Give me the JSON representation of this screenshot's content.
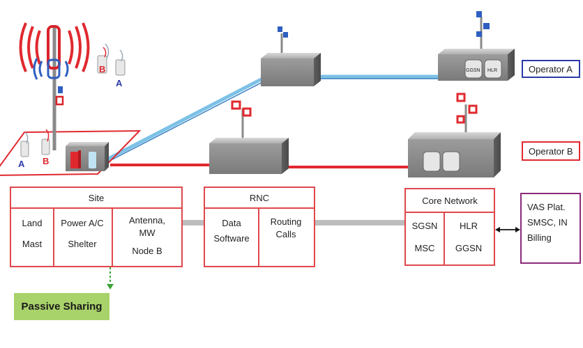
{
  "operators": {
    "a": "Operator A",
    "b": "Operator B"
  },
  "tower_labels": {
    "a": "A",
    "b": "B"
  },
  "core_server_labels": {
    "ggsn": "GGSN",
    "hlr": "HLR"
  },
  "site": {
    "title": "Site",
    "col1": [
      "Land",
      "Mast"
    ],
    "col2": [
      "Power A/C",
      "Shelter"
    ],
    "col3": [
      "Antenna,",
      "MW",
      "Node B"
    ]
  },
  "rnc": {
    "title": "RNC",
    "col1": [
      "Data",
      "Software"
    ],
    "col2": [
      "Routing",
      "Calls"
    ]
  },
  "core": {
    "title": "Core Network",
    "col1": [
      "SGSN",
      "MSC"
    ],
    "col2": [
      "HLR",
      "GGSN"
    ]
  },
  "vas": {
    "lines": [
      "VAS Plat.",
      "SMSC, IN",
      "Billing"
    ]
  },
  "passive_sharing": "Passive Sharing",
  "colors": {
    "operator_a": "#2c3aa8",
    "operator_b": "#e0292f",
    "box_border": "#e0474c",
    "vas_border": "#8b2a7a",
    "passive": "#a8d26a",
    "equipment": "#8c8c8c"
  }
}
